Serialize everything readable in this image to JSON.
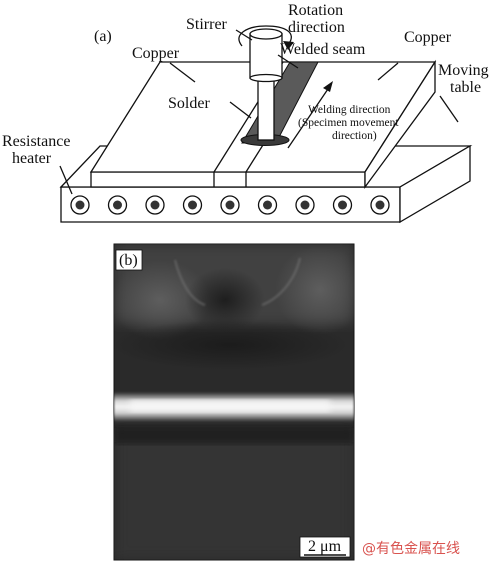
{
  "panel_a": {
    "tag": "(a)",
    "labels": {
      "stirrer": "Stirrer",
      "rotation_line1": "Rotation",
      "rotation_line2": "direction",
      "welded_seam": "Welded seam",
      "copper_left": "Copper",
      "copper_right": "Copper",
      "moving_line1": "Moving",
      "moving_line2": "table",
      "solder": "Solder",
      "welding_line1": "Welding direction",
      "welding_line2": "(Specimen movement",
      "welding_line3": "direction)",
      "heater_line1": "Resistance",
      "heater_line2": "heater"
    },
    "heater_count": 9
  },
  "panel_b": {
    "tag": "(b)",
    "scale_bar": "2 μm"
  },
  "watermark": "@有色金属在线",
  "colors": {
    "ink": "#111111",
    "seam": "#5a5a5a",
    "micrograph_bg": "#2a2a2a",
    "bright_band": "#e6e6e6"
  }
}
